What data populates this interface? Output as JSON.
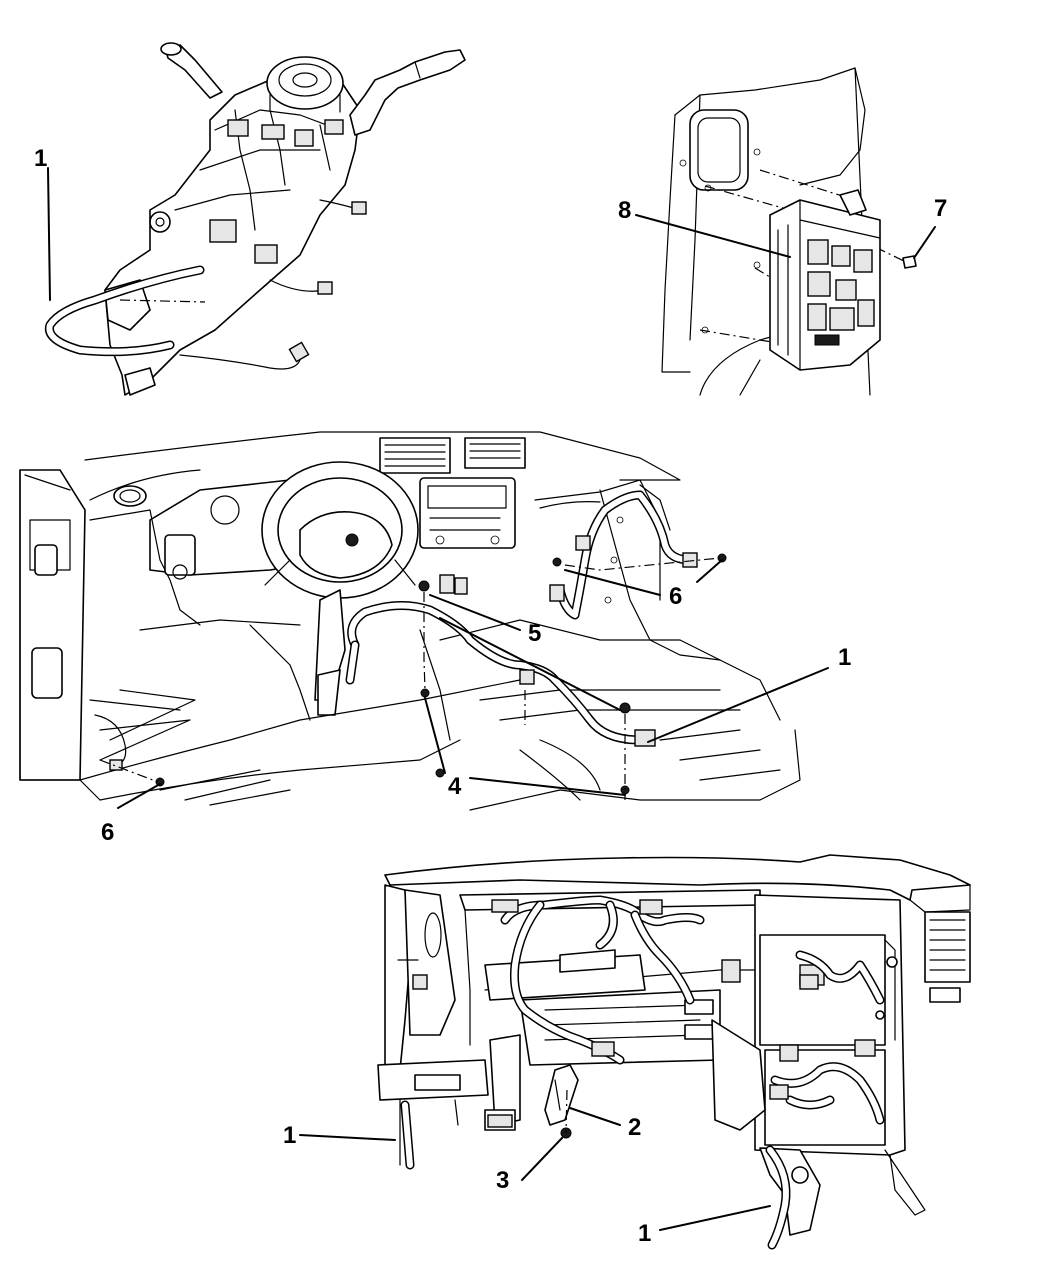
{
  "callouts": {
    "c1_column": "1",
    "c8": "8",
    "c7": "7",
    "c6_right": "6",
    "c5": "5",
    "c1_floor": "1",
    "c6_left": "6",
    "c4": "4",
    "c2": "2",
    "c1_dash_left": "1",
    "c3": "3",
    "c1_dash_right": "1"
  }
}
